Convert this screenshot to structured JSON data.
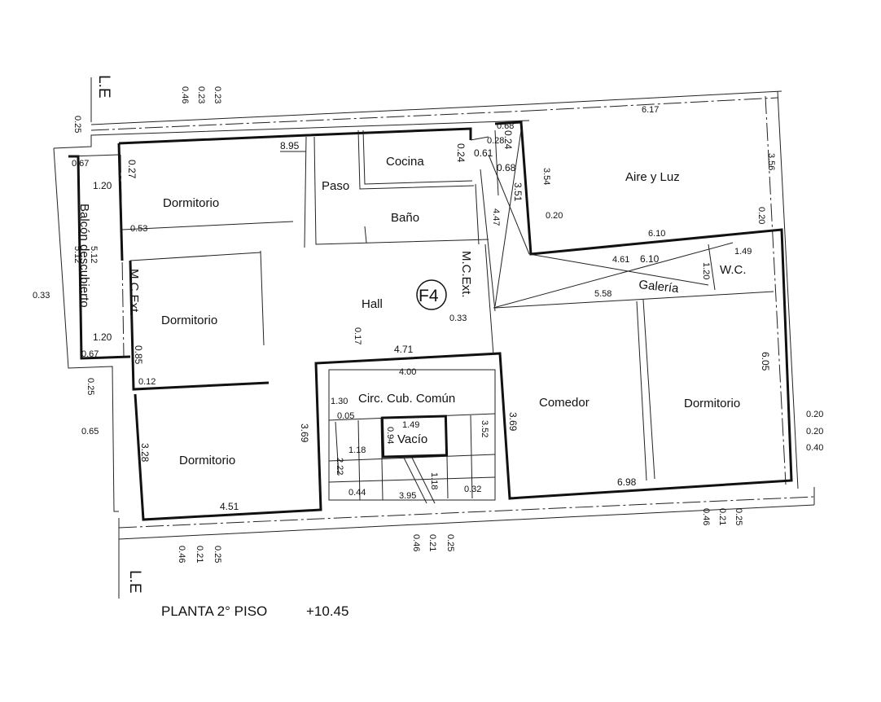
{
  "title": "PLANTA 2° PISO",
  "level": "+10.45",
  "unit_tag": "F4",
  "boundary_label": "L.E",
  "rooms": {
    "dormitorio_nw": "Dormitorio",
    "dormitorio_w": "Dormitorio",
    "dormitorio_sw": "Dormitorio",
    "dormitorio_e": "Dormitorio",
    "paso": "Paso",
    "cocina": "Cocina",
    "bano": "Baño",
    "hall": "Hall",
    "aire_luz": "Aire y Luz",
    "galeria": "Galería",
    "wc": "W.C.",
    "comedor": "Comedor",
    "circ": "Circ. Cub. Común",
    "vacio": "Vacío",
    "balcon": "Balcón descubierto",
    "mc_ext_left": "M.C.Ext.",
    "mc_ext_right": "M.C.Ext."
  },
  "dims": {
    "d_8_95": "8.95",
    "d_6_17": "6.17",
    "d_0_24a": "0.24",
    "d_0_28": "0.28",
    "d_0_61": "0.61",
    "d_0_68a": "0.68",
    "d_0_24b": "0.24",
    "d_0_68b": "0.68",
    "d_3_54": "3.54",
    "d_3_56": "3.56",
    "d_3_51": "3.51",
    "d_4_47": "4.47",
    "d_0_20a": "0.20",
    "d_6_10a": "6.10",
    "d_0_20b": "0.20",
    "d_4_61": "4.61",
    "d_6_10b": "6.10",
    "d_1_49a": "1.49",
    "d_1_20a": "1.20",
    "d_5_58": "5.58",
    "d_6_05": "6.05",
    "d_0_20c": "0.20",
    "d_0_20d": "0.20",
    "d_0_40": "0.40",
    "d_0_67a": "0.67",
    "d_1_20b": "1.20",
    "d_0_27": "0.27",
    "d_0_53": "0.53",
    "d_5_12a": "5.12",
    "d_5_12b": "5.12",
    "d_1_20c": "1.20",
    "d_0_67b": "0.67",
    "d_0_85": "0.85",
    "d_0_12": "0.12",
    "d_0_33a": "0.33",
    "d_0_33b": "0.33",
    "d_0_25a": "0.25",
    "d_0_25b": "0.25",
    "d_0_65": "0.65",
    "d_3_28": "3.28",
    "d_3_69a": "3.69",
    "d_4_51": "4.51",
    "d_0_17": "0.17",
    "d_4_71": "4.71",
    "d_4_00": "4.00",
    "d_1_30": "1.30",
    "d_0_05": "0.05",
    "d_1_49b": "1.49",
    "d_0_94": "0.94",
    "d_3_52": "3.52",
    "d_1_18a": "1.18",
    "d_2_22": "2.22",
    "d_1_18b": "1.18",
    "d_0_44": "0.44",
    "d_3_95": "3.95",
    "d_0_32": "0.32",
    "d_3_69b": "3.69",
    "d_6_98": "6.98",
    "t_0_46": "0.46",
    "t_0_23a": "0.23",
    "t_0_23b": "0.23",
    "b1_0_46": "0.46",
    "b1_0_21": "0.21",
    "b1_0_25": "0.25",
    "b2_0_46": "0.46",
    "b2_0_21": "0.21",
    "b2_0_25": "0.25",
    "b3_0_46": "0.46",
    "b3_0_21": "0.21",
    "b3_0_25": "0.25"
  }
}
